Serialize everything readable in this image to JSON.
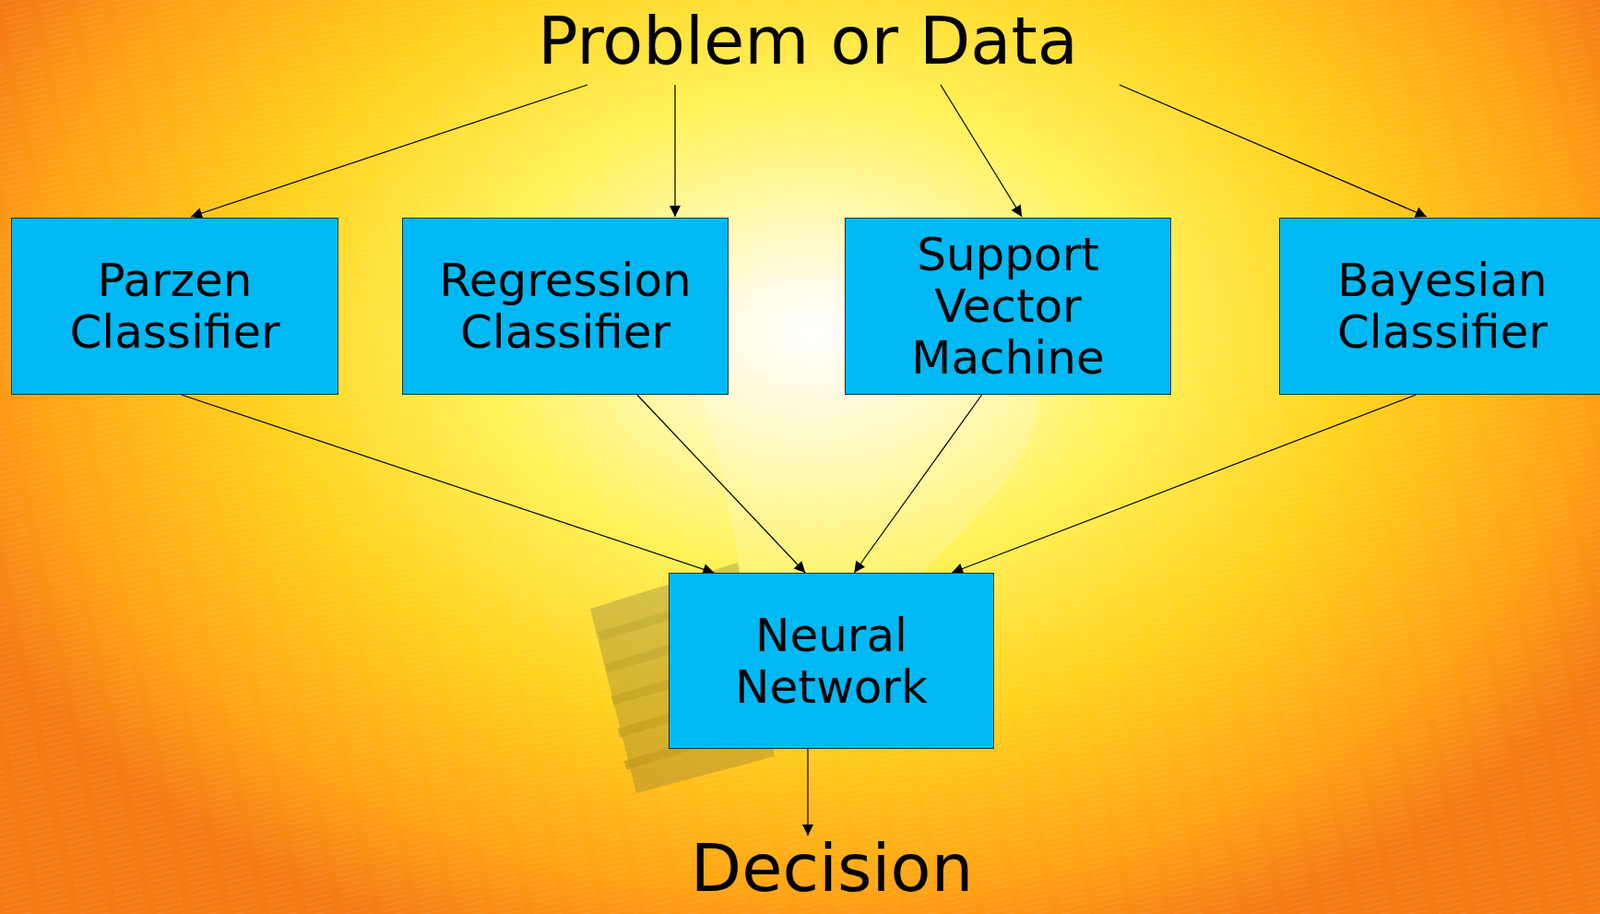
{
  "diagram": {
    "title": "Problem or Data",
    "nodes": [
      {
        "text": [
          "Parzen Classifier"
        ]
      },
      {
        "text": [
          "Regression Classifier"
        ]
      },
      {
        "text": [
          "Support Vector Machine"
        ]
      },
      {
        "text": [
          "Bayesian Classifier"
        ]
      },
      {
        "text": [
          "Neural Network"
        ]
      }
    ],
    "edges": [
      {
        "from": 0,
        "to": 4,
        "arrow": "to"
      },
      {
        "from": 1,
        "to": 4,
        "arrow": "to"
      },
      {
        "from": 2,
        "to": 4,
        "arrow": "to"
      },
      {
        "from": 3,
        "to": 4,
        "arrow": "to"
      }
    ],
    "labels": [
      "Decision"
    ]
  }
}
